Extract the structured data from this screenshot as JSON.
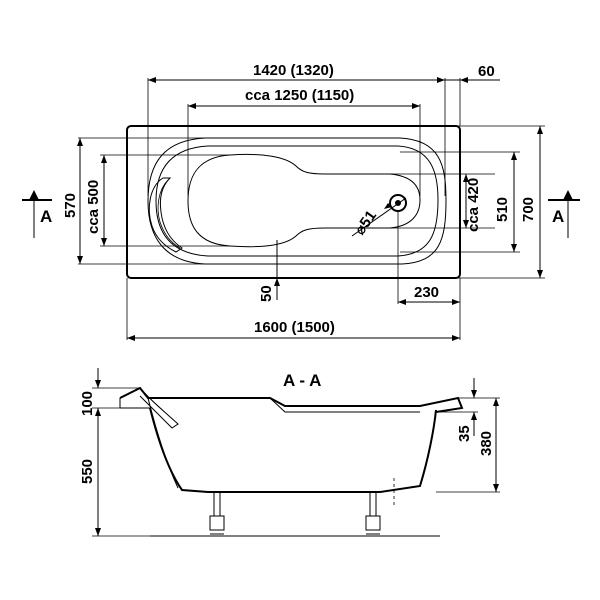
{
  "top_view": {
    "dim_inner_length": "1420 (1320)",
    "dim_rim": "60",
    "dim_bottom_length": "cca 1250 (1150)",
    "dim_outer_length": "1600 (1500)",
    "dim_inner_width": "570",
    "dim_head_width": "cca 500",
    "dim_foot_width": "cca 420",
    "dim_width_510": "510",
    "dim_outer_width": "700",
    "dim_drain_offset": "50",
    "dim_drain_distance": "230",
    "dim_drain_diameter": "⌀51",
    "section_mark_left": "A",
    "section_mark_right": "A"
  },
  "side_view": {
    "section_title": "A - A",
    "dim_rim_height": "100",
    "dim_leg_height": "550",
    "dim_35": "35",
    "dim_380": "380"
  },
  "colors": {
    "line": "#000000",
    "background": "#ffffff"
  }
}
